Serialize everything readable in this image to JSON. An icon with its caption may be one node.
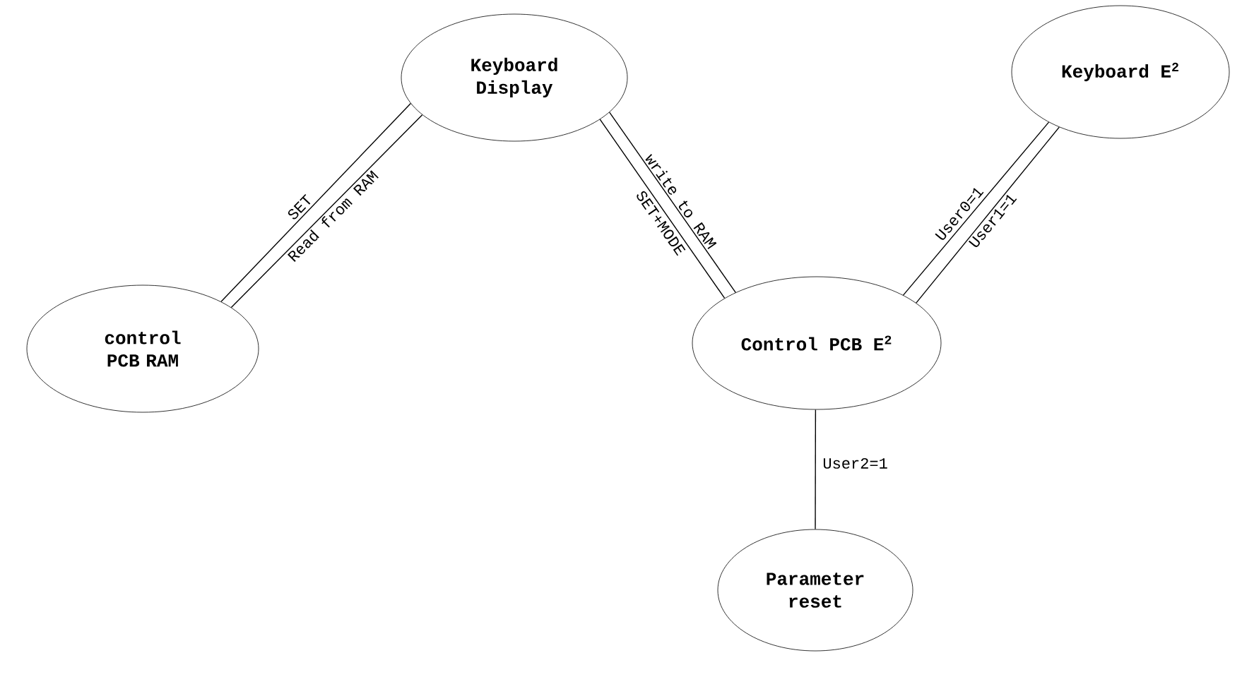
{
  "diagram": {
    "nodes": [
      {
        "text": [
          "Keyboard Display"
        ]
      },
      {
        "text": [
          "control PCB RAM"
        ]
      },
      {
        "text": [
          "Keyboard E$^{2}$"
        ]
      },
      {
        "text": [
          "Control PCB E$^{2}$"
        ]
      },
      {
        "text": [
          "Parameter reset"
        ]
      }
    ],
    "edges": [
      {
        "from": 0,
        "to": 1,
        "arrow": "none",
        "label": "SET"
      },
      {
        "from": 0,
        "to": 1,
        "arrow": "none",
        "label": "Read from RAM"
      },
      {
        "from": 0,
        "to": 3,
        "arrow": "none",
        "label": "write to RAM"
      },
      {
        "from": 0,
        "to": 3,
        "arrow": "none",
        "label": "SET+MODE"
      },
      {
        "from": 2,
        "to": 3,
        "arrow": "none",
        "label": "User0=1"
      },
      {
        "from": 2,
        "to": 3,
        "arrow": "none",
        "label": "User1=1"
      },
      {
        "from": 3,
        "to": 4,
        "arrow": "none",
        "label": "User2=1"
      }
    ]
  }
}
